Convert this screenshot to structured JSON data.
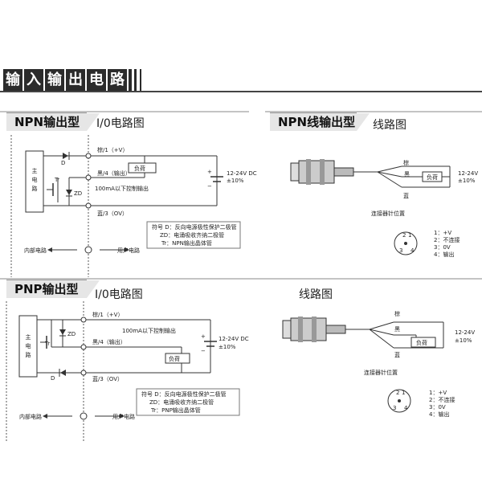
{
  "page_title": "输入输出电路",
  "sections": {
    "npn_io": {
      "title": "NPN输出型",
      "subtitle": "I/0电路图"
    },
    "npn_wire": {
      "title": "NPN线输出型",
      "subtitle": "线路图"
    },
    "pnp_io": {
      "title": "PNP输出型",
      "subtitle": "I/0电路图"
    },
    "pnp_wire": {
      "subtitle": "线路图"
    }
  },
  "npn_circuit": {
    "main_circuit": "主电路",
    "wire_brown": "棕/1（+V）",
    "wire_black": "黑/4（输出）",
    "wire_blue": "蓝/3（OV）",
    "label_d": "D",
    "label_tr": "Tr",
    "label_zd": "ZD",
    "control_note": "100mA以下控制输出",
    "load": "负荷",
    "supply": "12-24V DC",
    "tolerance": "±10%",
    "legend": [
      "符号 D：反向电源极性保护二极管",
      "ZD：电涌吸收齐纳二极管",
      "Tr：NPN输出晶体管"
    ],
    "internal": "内部电路",
    "user": "用户电路"
  },
  "npn_wiring": {
    "brown": "棕",
    "black": "黑",
    "blue": "蓝",
    "load": "负荷",
    "supply": "12-24V",
    "tolerance": "±10%",
    "connector": "连接器针位置",
    "pins": [
      "1：+V",
      "2：不连接",
      "3：0V",
      "4：输出"
    ],
    "pin_numbers": [
      "1",
      "2",
      "3",
      "4"
    ]
  },
  "pnp_circuit": {
    "main_circuit": "主电路",
    "wire_brown": "棕/1（+V）",
    "wire_black": "黑/4（输出）",
    "wire_blue": "蓝/3（OV）",
    "label_d": "D",
    "label_tr": "Tr",
    "label_zd": "ZD",
    "control_note": "100mA以下控制输出",
    "load": "负荷",
    "supply": "12-24V DC",
    "tolerance": "±10%",
    "legend": [
      "符号 D：反向电源极性保护二极管",
      "ZD：电涌吸收齐纳二极管",
      "Tr：PNP输出晶体管"
    ],
    "internal": "内部电路",
    "user": "用户电路"
  },
  "pnp_wiring": {
    "brown": "棕",
    "black": "黑",
    "blue": "蓝",
    "load": "负荷",
    "supply": "12-24V",
    "tolerance": "±10%",
    "connector": "连接器针位置",
    "pins": [
      "1：+V",
      "2：不连接",
      "3：0V",
      "4：输出"
    ],
    "pin_numbers": [
      "1",
      "2",
      "3",
      "4"
    ]
  }
}
